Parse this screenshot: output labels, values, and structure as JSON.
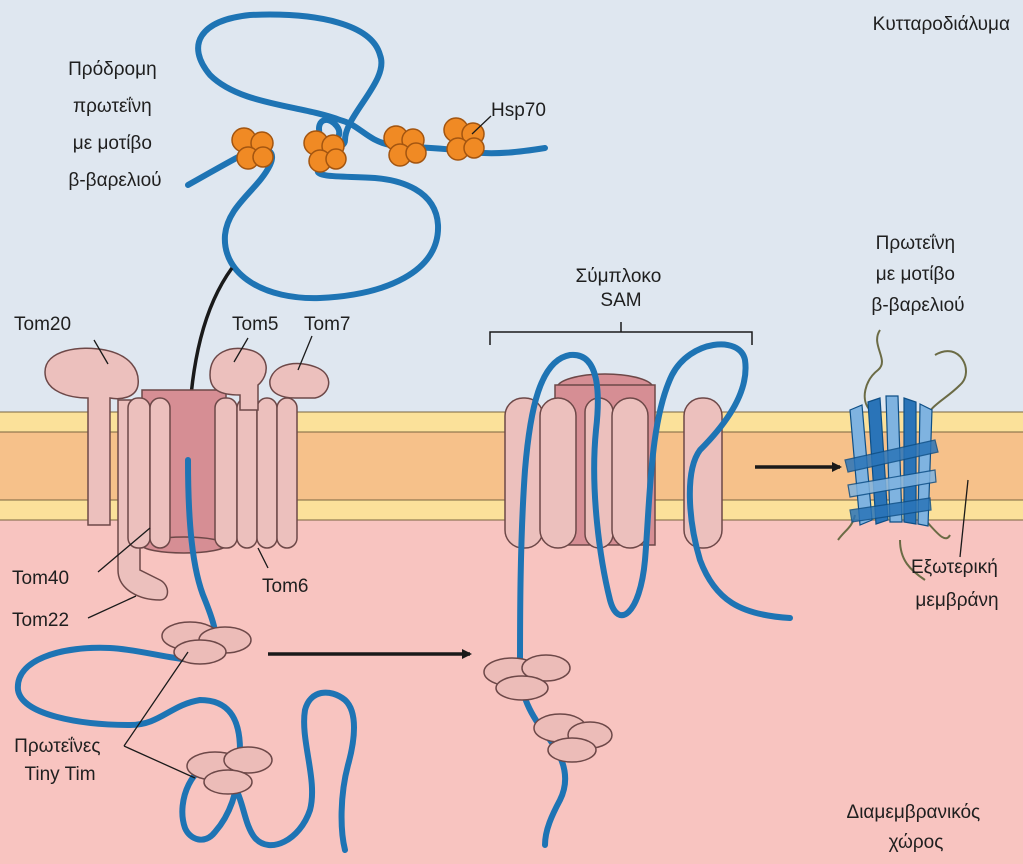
{
  "labels": {
    "cytosol": "Κυτταροδιάλυμα",
    "precursor": [
      "Πρόδρομη",
      "πρωτεΐνη",
      "με μοτίβο",
      "β-βαρελιού"
    ],
    "hsp70": "Hsp70",
    "tom20": "Tom20",
    "tom5": "Tom5",
    "tom7": "Tom7",
    "tom40": "Tom40",
    "tom22": "Tom22",
    "tom6": "Tom6",
    "sam": [
      "Σύμπλοκο",
      "SAM"
    ],
    "barrel_protein": [
      "Πρωτεΐνη",
      "με μοτίβο",
      "β-βαρελιού"
    ],
    "outer_membrane": [
      "Εξωτερική",
      "μεμβράνη"
    ],
    "tiny_tim": [
      "Πρωτεΐνες",
      "Tiny Tim"
    ],
    "intermembrane": [
      "Διαμεμβρανικός",
      "χώρος"
    ]
  },
  "colors": {
    "cytosol_bg": "#dfe7f0",
    "intermembrane_bg": "#f8c4c0",
    "membrane_core": "#f6c18a",
    "membrane_edge": "#fbe19a",
    "protein_chain": "#1e74b4",
    "hsp70": "#f08a24",
    "tom_pink": "#ecc0bd",
    "pore_dark": "#d68e94",
    "tiny_tim": "#ecbcb8"
  }
}
